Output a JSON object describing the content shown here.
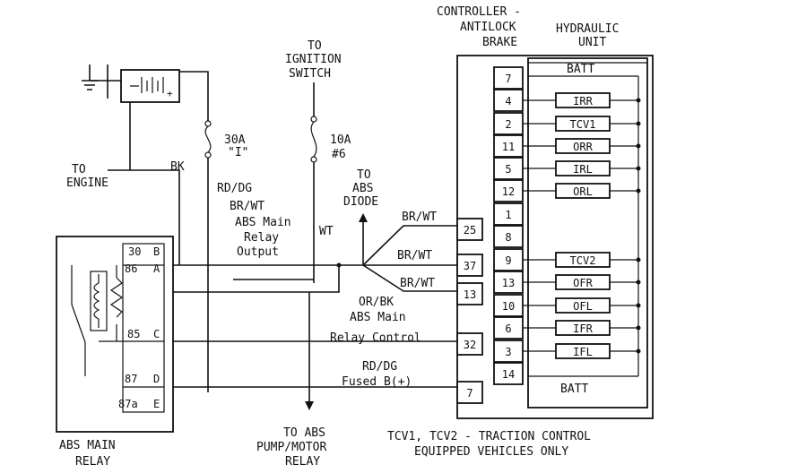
{
  "controller": {
    "title": "CONTROLLER -",
    "line2": "ANTILOCK",
    "line3": "BRAKE"
  },
  "hydraulic": {
    "line1": "HYDRAULIC",
    "line2": "UNIT",
    "batt_top": "BATT",
    "batt_bottom": "BATT",
    "valves": [
      "IRR",
      "TCV1",
      "ORR",
      "IRL",
      "ORL",
      "TCV2",
      "OFR",
      "OFL",
      "IFR",
      "IFL"
    ]
  },
  "hcu_pins": [
    "7",
    "4",
    "2",
    "11",
    "5",
    "12",
    "1",
    "8",
    "9",
    "13",
    "10",
    "6",
    "3",
    "14"
  ],
  "controller_pins": [
    "25",
    "37",
    "13",
    "32",
    "7"
  ],
  "relay": {
    "pins": [
      "30",
      "B",
      "86",
      "A",
      "85",
      "C",
      "87",
      "D",
      "87a",
      "E"
    ],
    "title1": "ABS MAIN",
    "title2": "RELAY"
  },
  "ignition": {
    "line1": "TO",
    "line2": "IGNITION",
    "line3": "SWITCH"
  },
  "engine": {
    "line1": "TO",
    "line2": "ENGINE",
    "bk": "BK"
  },
  "fuse30": {
    "line1": "30A",
    "line2": "\"I\"",
    "wire": "RD/DG"
  },
  "fuse10": {
    "line1": "10A",
    "line2": "#6"
  },
  "abs_diode": {
    "line1": "TO",
    "line2": "ABS",
    "line3": "DIODE"
  },
  "wires": {
    "brwt1": "BR/WT",
    "brwt2": "BR/WT",
    "brwt3": "BR/WT",
    "brwt4": "BR/WT",
    "wt": "WT",
    "relay_out1": "ABS Main",
    "relay_out2": "Relay",
    "relay_out3": "Output",
    "orbk": "OR/BK",
    "ctrl1": "ABS Main",
    "ctrl2": "Relay Control",
    "rddg": "RD/DG",
    "fused": "Fused B(+)"
  },
  "pump": {
    "line1": "TO ABS",
    "line2": "PUMP/MOTOR",
    "line3": "RELAY"
  },
  "footnote": {
    "line1": "TCV1, TCV2 - TRACTION CONTROL",
    "line2": "EQUIPPED VEHICLES ONLY"
  }
}
